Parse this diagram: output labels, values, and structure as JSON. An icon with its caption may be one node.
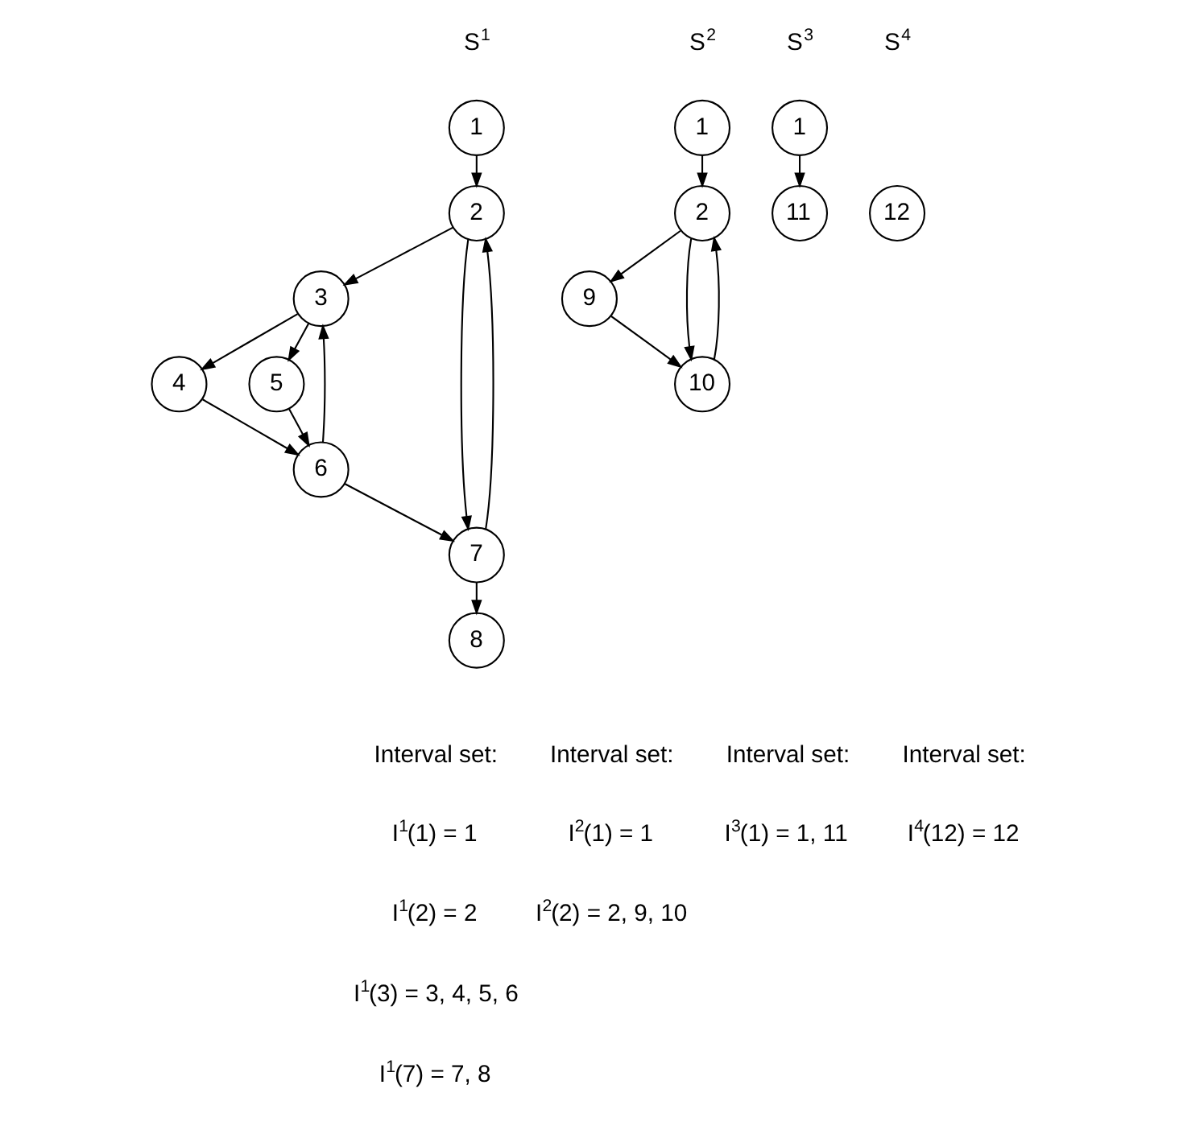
{
  "diagram": {
    "nodes": [
      {
        "text": [
          "1"
        ]
      },
      {
        "text": [
          "2"
        ]
      },
      {
        "text": [
          "3"
        ]
      },
      {
        "text": [
          "4"
        ]
      },
      {
        "text": [
          "5"
        ]
      },
      {
        "text": [
          "6"
        ]
      },
      {
        "text": [
          "7"
        ]
      },
      {
        "text": [
          "8"
        ]
      },
      {
        "text": [
          "1"
        ]
      },
      {
        "text": [
          "2"
        ]
      },
      {
        "text": [
          "9"
        ]
      },
      {
        "text": [
          "10"
        ]
      },
      {
        "text": [
          "1"
        ]
      },
      {
        "text": [
          "11"
        ]
      },
      {
        "text": [
          "12"
        ]
      }
    ],
    "edges": [
      {
        "from": 0,
        "to": 1,
        "arrow": "to"
      },
      {
        "from": 1,
        "to": 2,
        "arrow": "to"
      },
      {
        "from": 2,
        "to": 3,
        "arrow": "to"
      },
      {
        "from": 2,
        "to": 4,
        "arrow": "to"
      },
      {
        "from": 3,
        "to": 5,
        "arrow": "to"
      },
      {
        "from": 4,
        "to": 5,
        "arrow": "to"
      },
      {
        "from": 5,
        "to": 2,
        "arrow": "to"
      },
      {
        "from": 5,
        "to": 6,
        "arrow": "to"
      },
      {
        "from": 6,
        "to": 1,
        "arrow": "to"
      },
      {
        "from": 1,
        "to": 6,
        "arrow": "to"
      },
      {
        "from": 6,
        "to": 7,
        "arrow": "to"
      },
      {
        "from": 8,
        "to": 9,
        "arrow": "to"
      },
      {
        "from": 9,
        "to": 10,
        "arrow": "to"
      },
      {
        "from": 10,
        "to": 11,
        "arrow": "to"
      },
      {
        "from": 11,
        "to": 9,
        "arrow": "to"
      },
      {
        "from": 9,
        "to": 11,
        "arrow": "to"
      },
      {
        "from": 12,
        "to": 13,
        "arrow": "to"
      }
    ],
    "labels": [
      "S$^{1}$",
      "S$^{2}$",
      "S$^{3}$",
      "S$^{4}$",
      "Interval set:",
      "I$^{1}$(1) = 1",
      "I$^{1}$(2) = 2",
      "I$^{1}$(3) = 3, 4, 5, 6",
      "I$^{1}$(7) = 7, 8",
      "Interval set:",
      "I$^{2}$(1) = 1",
      "I$^{2}$(2) = 2, 9, 10",
      "Interval set:",
      "I$^{3}$(1) = 1, 11",
      "Interval set:",
      "I$^{4}$(12) = 12"
    ]
  }
}
